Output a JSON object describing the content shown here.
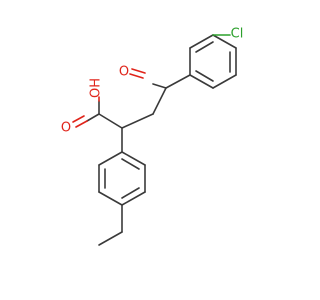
{
  "atoms": {
    "chlorine": "Cl",
    "ketone_oxygen": "O",
    "hydroxyl": "OH",
    "carbonyl_oxygen": "O"
  },
  "colors": {
    "bond": "#3a3a3a",
    "oxygen": "#e0241a",
    "chlorine": "#2ca02c",
    "background": "#ffffff"
  }
}
